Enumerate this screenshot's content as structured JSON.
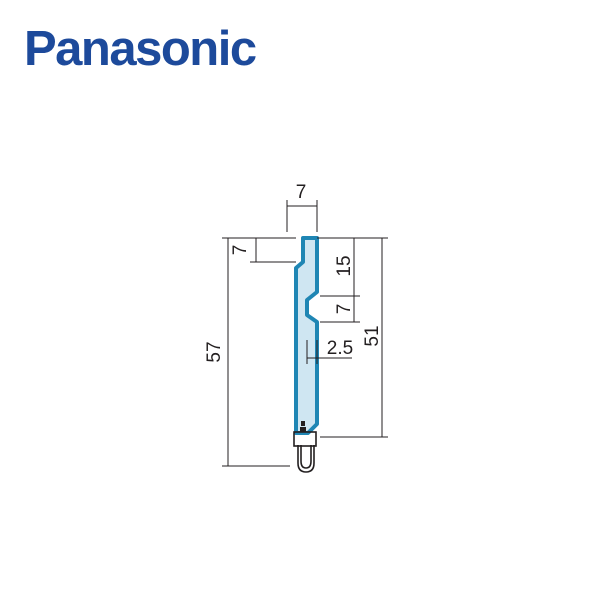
{
  "brand": {
    "name": "Panasonic",
    "color": "#1d4a9b"
  },
  "profile": {
    "fill_color": "#cfe6f2",
    "outline_color": "#1f86b4",
    "gasket_color": "#231f20"
  },
  "dimensions": {
    "top_width": "7",
    "top_step": "7",
    "upper_groove_height": "15",
    "groove_height": "7",
    "groove_depth": "2.5",
    "overall_height": "57",
    "body_height": "51"
  }
}
